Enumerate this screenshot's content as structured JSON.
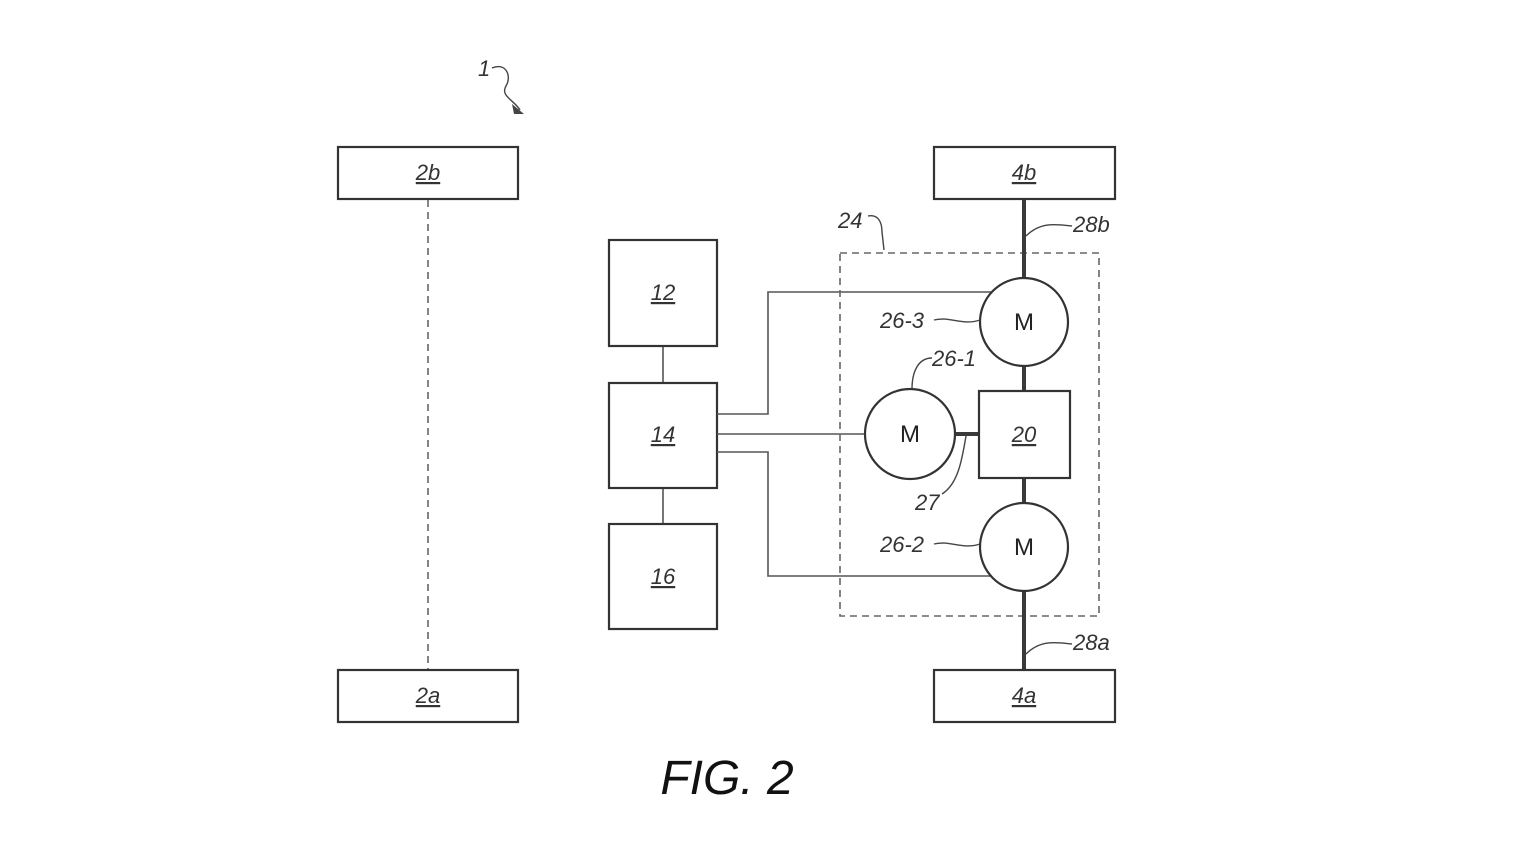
{
  "figure": {
    "ref": "1",
    "caption": "FIG. 2"
  },
  "blocks": {
    "b2b": "2b",
    "b2a": "2a",
    "b4b": "4b",
    "b4a": "4a",
    "b12": "12",
    "b14": "14",
    "b16": "16",
    "b20": "20"
  },
  "motors": {
    "m263": "M",
    "m261": "M",
    "m262": "M"
  },
  "callouts": {
    "c24": "24",
    "c28b": "28b",
    "c28a": "28a",
    "c263": "26-3",
    "c261": "26-1",
    "c262": "26-2",
    "c27": "27"
  }
}
